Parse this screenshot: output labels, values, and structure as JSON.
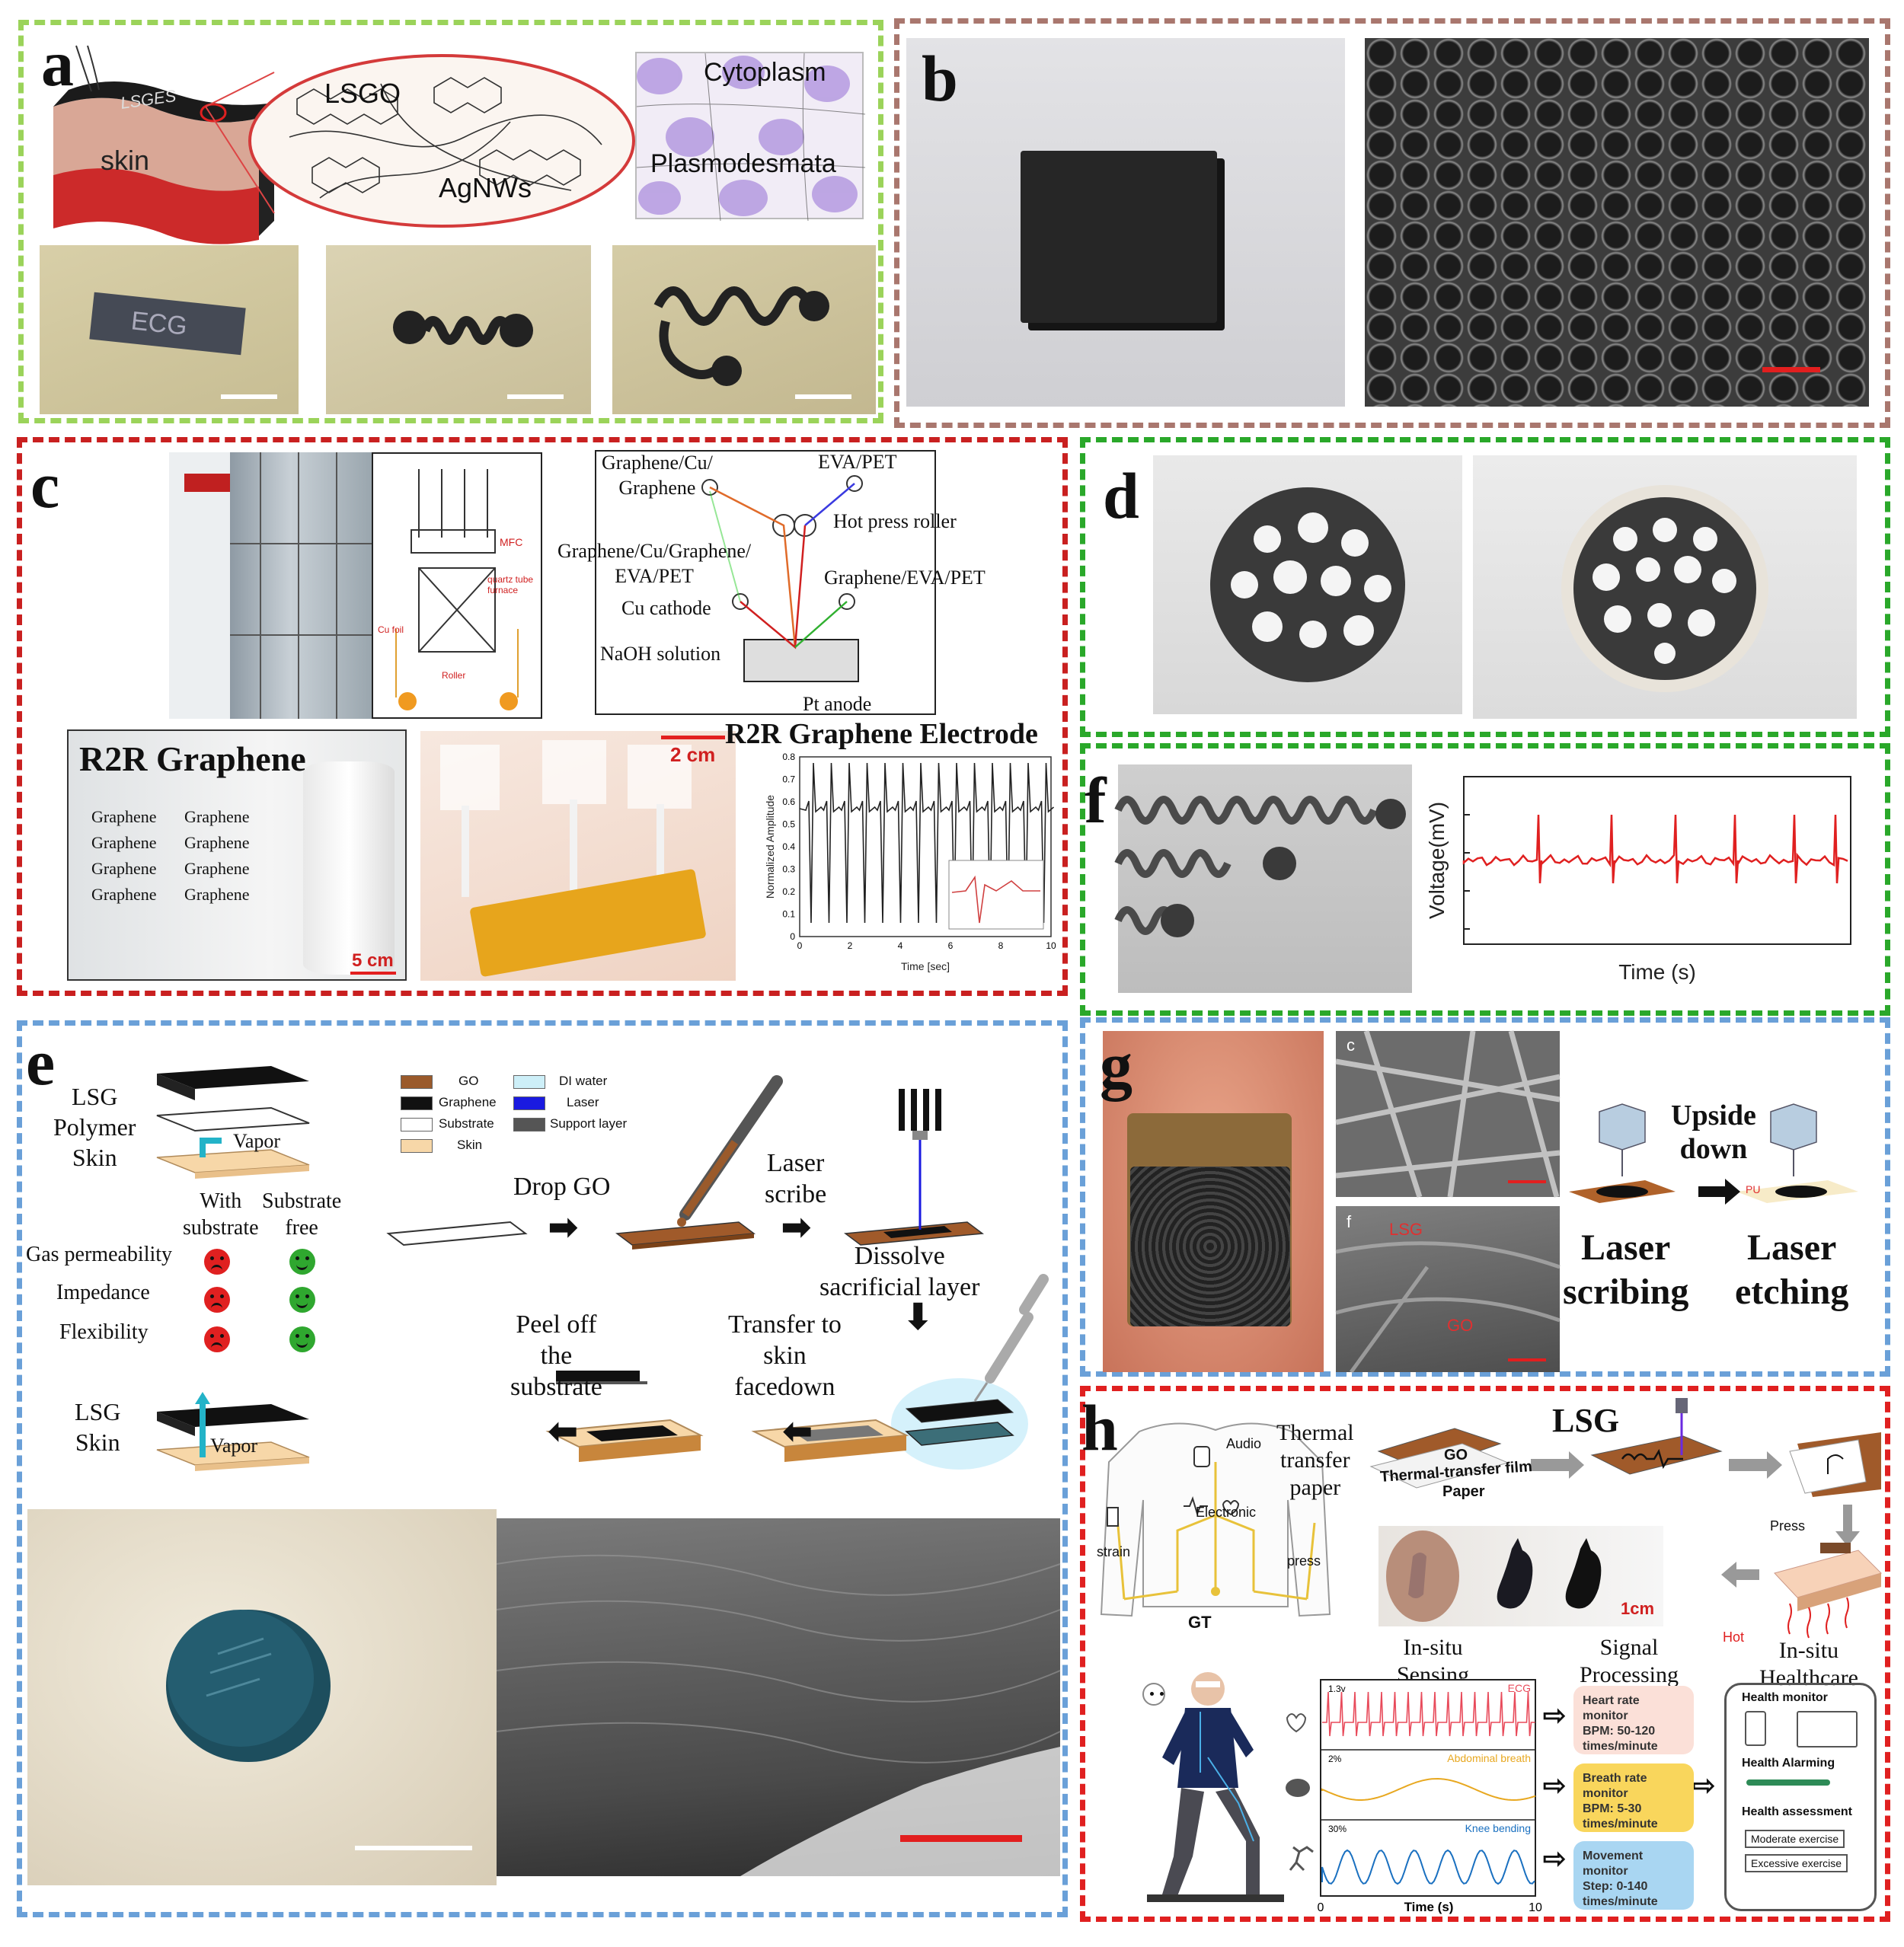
{
  "panels": {
    "a": {
      "label": "a",
      "device_text": "LSGES",
      "skin": "skin",
      "lsgo": "LSGO",
      "agnws": "AgNWs",
      "cytoplasm": "Cytoplasm",
      "plasmodesmata": "Plasmodesmata",
      "photo1_text": "ECG"
    },
    "b": {
      "label": "b"
    },
    "c": {
      "label": "c",
      "graphene_cu_graphene": "Graphene/Cu/\nGraphene",
      "eva_pet": "EVA/PET",
      "hot_press_roller": "Hot press roller",
      "g_cu_g_eva_pet": "Graphene/Cu/Graphene/\nEVA/PET",
      "graphene_eva_pet": "Graphene/EVA/PET",
      "cu_cathode": "Cu cathode",
      "naoh": "NaOH solution",
      "pt_anode": "Pt anode",
      "mfc": "MFC",
      "quartz": "quartz tube\nfurnace",
      "cu_foil": "Cu foil",
      "roller": "Roller",
      "r2r_title": "R2R Graphene",
      "graphene_word": "Graphene",
      "scale_5cm": "5 cm",
      "scale_2cm": "2 cm",
      "ecg_title": "R2R Graphene Electrode",
      "ecg_ylabel": "Normalized Amplitude",
      "ecg_xlabel": "Time [sec]",
      "ecg_yticks": [
        "0",
        "0.1",
        "0.2",
        "0.3",
        "0.4",
        "0.5",
        "0.6",
        "0.7",
        "0.8"
      ],
      "ecg_xticks": [
        "0",
        "2",
        "4",
        "6",
        "8",
        "10"
      ]
    },
    "d": {
      "label": "d"
    },
    "f": {
      "label": "f",
      "ylabel": "Voltage(mV)",
      "xlabel": "Time (s)"
    },
    "e": {
      "label": "e",
      "lsg_polymer_skin": "LSG\nPolymer\nSkin",
      "vapor": "Vapor",
      "with_substrate": "With\nsubstrate",
      "substrate_free": "Substrate\nfree",
      "gas_permeability": "Gas permeability",
      "impedance": "Impedance",
      "flexibility": "Flexibility",
      "lsg_skin": "LSG\nSkin",
      "legend": [
        {
          "name": "GO",
          "color": "#9a5a2b"
        },
        {
          "name": "DI water",
          "color": "#cdeff8"
        },
        {
          "name": "Graphene",
          "color": "#111111"
        },
        {
          "name": "Laser",
          "color": "#1a1ae0"
        },
        {
          "name": "Substrate",
          "color": "#ffffff"
        },
        {
          "name": "Support layer",
          "color": "#555555"
        },
        {
          "name": "Skin",
          "color": "#f7d7a8"
        }
      ],
      "drop_go": "Drop GO",
      "laser_scribe": "Laser\nscribe",
      "dissolve": "Dissolve\nsacrificial layer",
      "peel_off": "Peel off\nthe\nsubstrate",
      "transfer": "Transfer to\nskin\nfacedown"
    },
    "g": {
      "label": "g",
      "upside_down": "Upside\ndown",
      "laser_scribing": "Laser\nscribing",
      "laser_etching": "Laser\netching",
      "lsg_tag": "LSG",
      "go_tag": "GO",
      "pu_tag": "PU",
      "sem_c": "c",
      "sem_f": "f"
    },
    "h": {
      "label": "h",
      "audio": "Audio",
      "electronic": "Electronic",
      "strain": "strain",
      "press": "press",
      "gt": "GT",
      "thermal_transfer_paper": "Thermal\ntransfer\npaper",
      "go": "GO",
      "thermal_transfer_film": "Thermal-transfer film",
      "paper": "Paper",
      "lsg": "LSG",
      "press_label": "Press",
      "hot": "Hot",
      "scale_1cm": "1cm",
      "in_situ_sensing": "In-situ\nSensing",
      "signal_processing": "Signal\nProcessing",
      "in_situ_healthcare": "In-situ\nHealthcare",
      "voltage_tag": "1.3v",
      "ecg_tag": "ECG",
      "breath_pct": "2%",
      "abdominal_breath": "Abdominal breath",
      "knee_pct": "30%",
      "knee_bending": "Knee bending",
      "time_label": "Time (s)",
      "x0": "0",
      "x10": "10",
      "heart_box": "Heart rate monitor\nBPM: 50-120\ntimes/minute",
      "breath_box": "Breath rate monitor\nBPM: 5-30\ntimes/minute",
      "movement_box": "Movement monitor\nStep: 0-140\ntimes/minute",
      "health_monitor": "Health monitor",
      "health_alarming": "Health Alarming",
      "health_assessment": "Health assessment",
      "moderate_exercise": "Moderate exercise",
      "excessive_exercise": "Excessive exercise"
    }
  }
}
